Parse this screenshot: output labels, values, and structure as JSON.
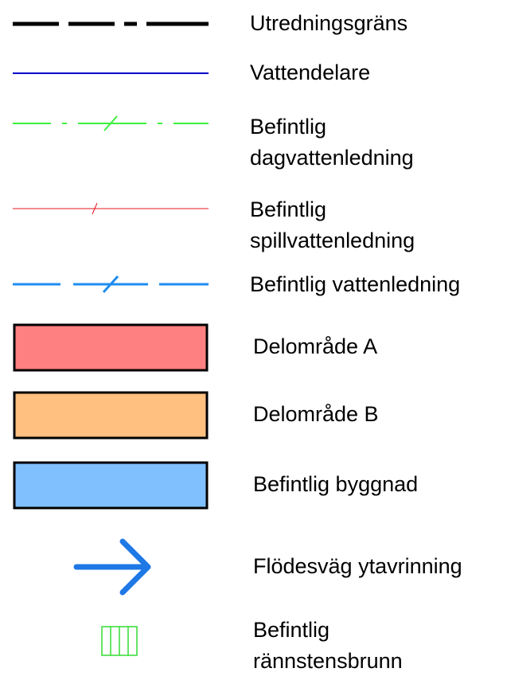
{
  "legend": {
    "items": [
      {
        "label": "Utredningsgräns",
        "symbol": "thick-dashed-line",
        "color": "#000000"
      },
      {
        "label": "Vattendelare",
        "symbol": "solid-line",
        "color": "#0000c8"
      },
      {
        "label": "Befintlig\ndagvattenledning",
        "symbol": "dash-dot-line-with-slash",
        "color": "#3cf03c"
      },
      {
        "label": "Befintlig\nspillvattenledning",
        "symbol": "thin-line-with-tick",
        "color": "#e8141e"
      },
      {
        "label": "Befintlig vattenledning",
        "symbol": "dashed-line-with-slash",
        "color": "#1e8cf0"
      },
      {
        "label": "Delområde A",
        "symbol": "filled-rectangle",
        "color": "#ff8080"
      },
      {
        "label": "Delområde B",
        "symbol": "filled-rectangle",
        "color": "#ffc080"
      },
      {
        "label": "Befintlig byggnad",
        "symbol": "filled-rectangle",
        "color": "#80c0ff"
      },
      {
        "label": "Flödesväg ytavrinning",
        "symbol": "arrow",
        "color": "#1e78e6"
      },
      {
        "label": "Befintlig\nrännstensbrunn",
        "symbol": "grate-square",
        "color": "#32dc32"
      }
    ]
  }
}
